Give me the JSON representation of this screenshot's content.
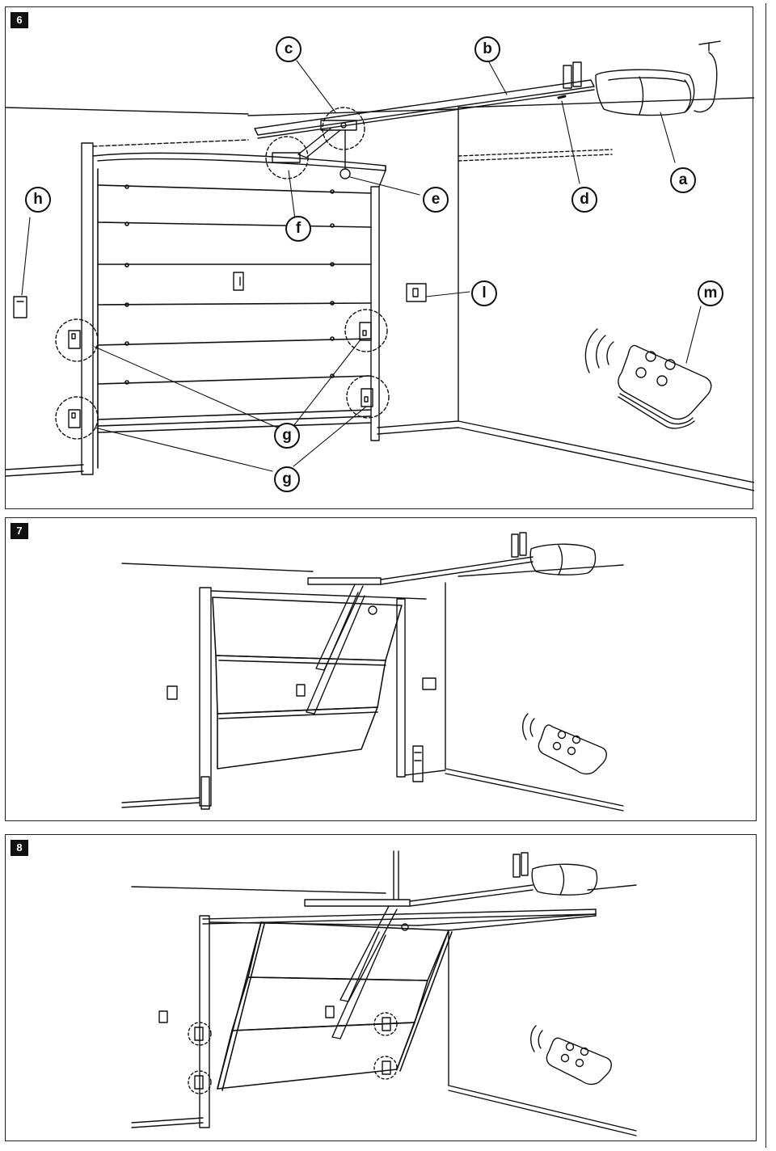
{
  "figures": [
    {
      "number": "6"
    },
    {
      "number": "7"
    },
    {
      "number": "8"
    }
  ],
  "callouts": {
    "a": "a",
    "b": "b",
    "c": "c",
    "d": "d",
    "e": "e",
    "f": "f",
    "g1": "g",
    "g2": "g",
    "h": "h",
    "l": "l",
    "m": "m"
  },
  "icons": [
    "gearmotor-icon",
    "rail-icon",
    "door-arm-icon",
    "remote-control-icon",
    "photocell-icon",
    "key-switch-icon",
    "antenna-icon",
    "flashing-light-icon"
  ],
  "colors": {
    "ink": "#111111",
    "background": "#ffffff"
  }
}
